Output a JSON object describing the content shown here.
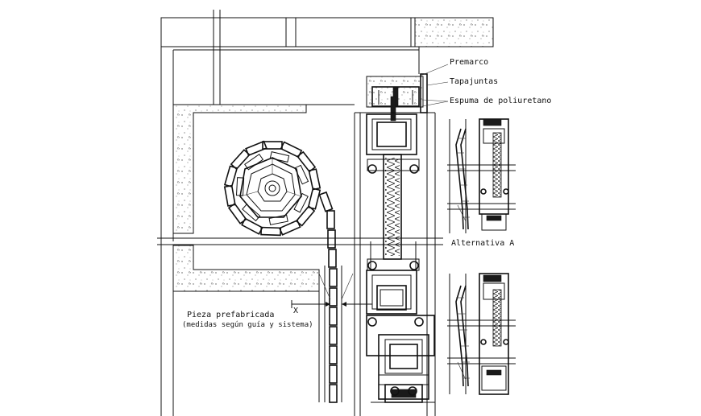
{
  "labels": {
    "premarco": "Premarco",
    "tapajuntas": "Tapajuntas",
    "espuma": "Espuma de poliuretano",
    "alternativa": "Alternativa A",
    "pieza_line1": "Pieza prefabricada",
    "pieza_line2": "(medidas según guía y sistema)",
    "dimension_x": "X"
  },
  "colors": {
    "line": "#111111",
    "background": "#ffffff",
    "concrete_dots": "#555555"
  }
}
